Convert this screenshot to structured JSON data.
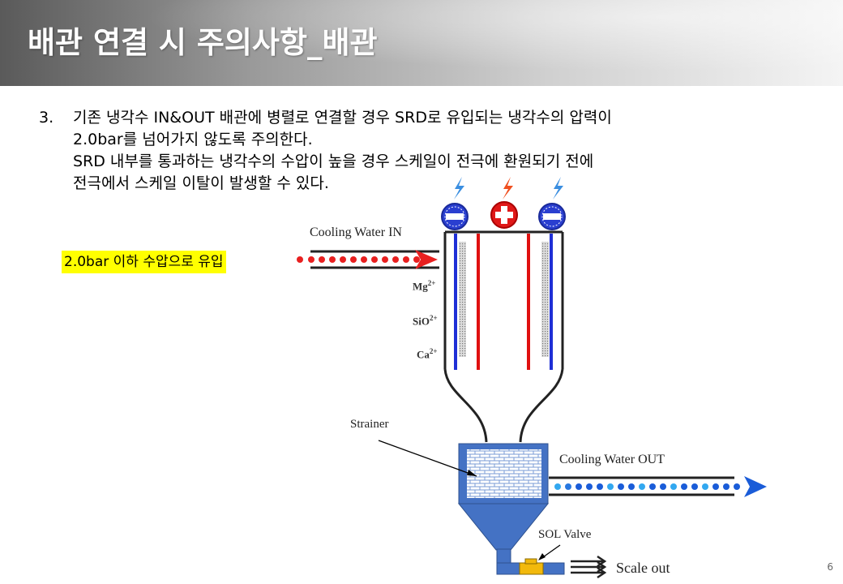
{
  "slide": {
    "title": "배관 연결 시 주의사항_배관",
    "page_number": "6"
  },
  "item": {
    "number": "3.",
    "lines": [
      "기존 냉각수 IN&OUT 배관에 병렬로 연결할 경우 SRD로 유입되는 냉각수의 압력이",
      "2.0bar를 넘어가지 않도록 주의한다.",
      "SRD 내부를 통과하는 냉각수의 수압이 높을 경우 스케일이 전극에 환원되기 전에",
      "전극에서 스케일 이탈이 발생할 수 있다."
    ]
  },
  "diagram": {
    "highlight_note": "2.0bar 이하 수압으로 유입",
    "labels": {
      "cooling_in": "Cooling Water IN",
      "cooling_out": "Cooling Water OUT",
      "strainer": "Strainer",
      "sol_valve": "SOL Valve",
      "scale_out": "Scale out"
    },
    "ions": [
      {
        "base": "Mg",
        "charge": "2+"
      },
      {
        "base": "SiO",
        "charge": "2+"
      },
      {
        "base": "Ca",
        "charge": "2+"
      }
    ],
    "colors": {
      "negative_electrode": "#1f2fd6",
      "positive_electrode": "#e01010",
      "flow_in_dot": "#e82020",
      "flow_out_dot": "#1a5cd8",
      "tank_fill": "#4472c4",
      "valve": "#f2b90c",
      "lightning": "#3a8ee0"
    }
  }
}
